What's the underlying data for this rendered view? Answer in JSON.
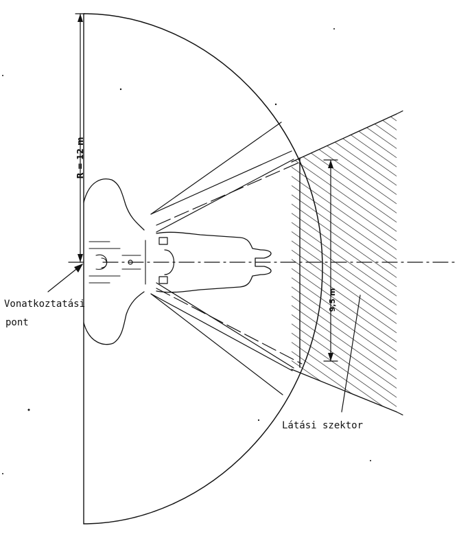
{
  "labels": {
    "radius": "R = 12 m",
    "width": "9,5 m",
    "reference_point_line1": "Vonatkoztatási",
    "reference_point_line2": "pont",
    "sector": "Látási szektor"
  },
  "colors": {
    "ink": "#111111",
    "paper": "#ffffff"
  }
}
